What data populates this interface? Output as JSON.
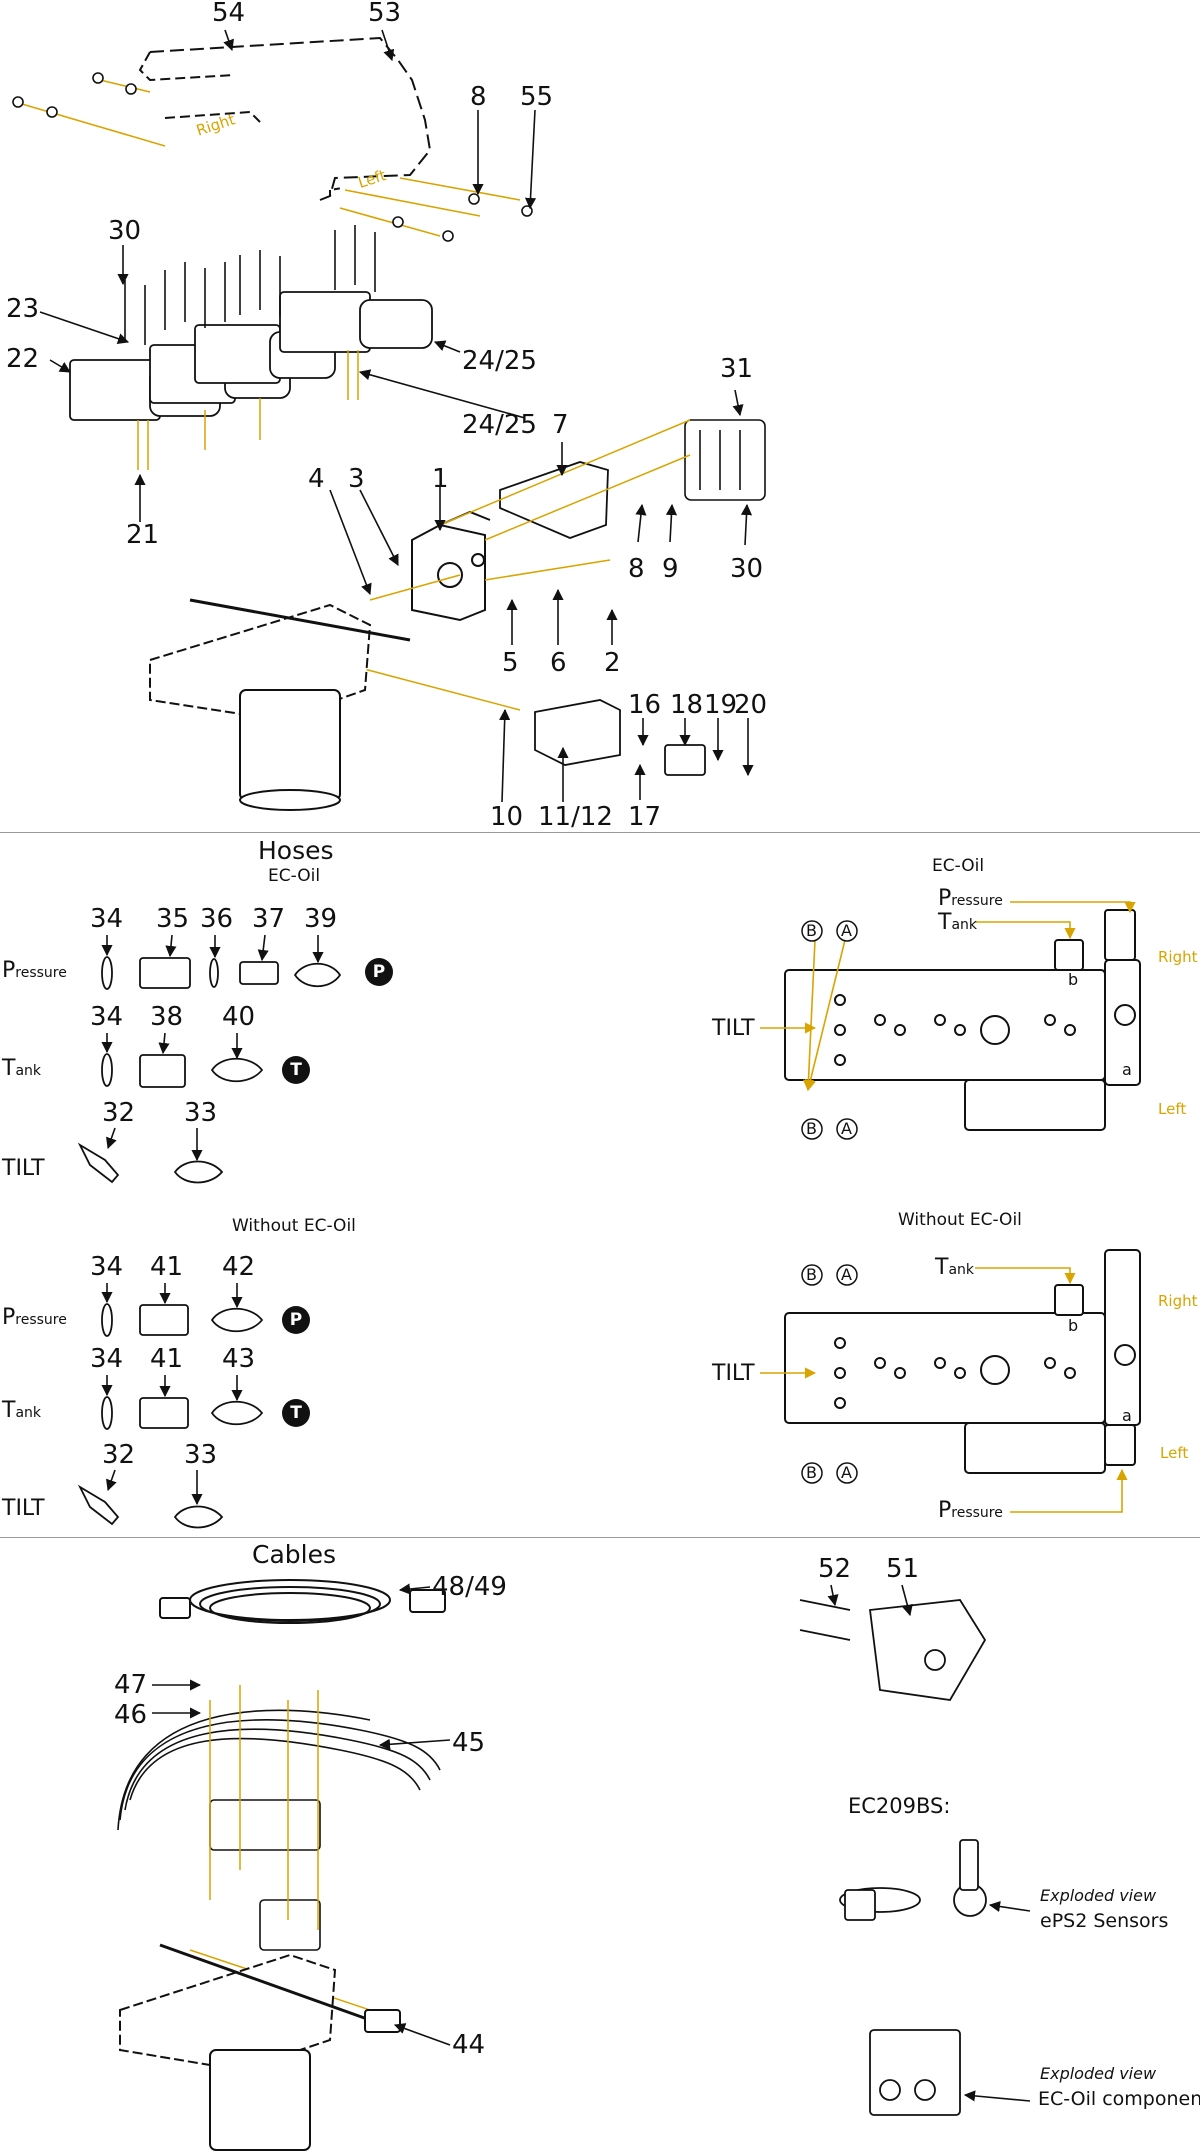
{
  "sections": {
    "hoses": {
      "title": "Hoses",
      "ec_oil": "EC-Oil",
      "without_ec_oil": "Without EC-Oil"
    },
    "cables": {
      "title": "Cables"
    },
    "diagrams": {
      "ec_oil": "EC-Oil",
      "without_ec_oil": "Without EC-Oil"
    }
  },
  "row_labels": {
    "pressure_big": "P",
    "pressure_small": "ressure",
    "tank_big": "T",
    "tank_small": "ank",
    "tilt": "TILT"
  },
  "badges": {
    "p": "P",
    "t": "T"
  },
  "port_labels": {
    "a": "A",
    "b": "B",
    "a_small": "a",
    "b_small": "b"
  },
  "side_labels": {
    "right": "Right",
    "left": "Left"
  },
  "exploded": {
    "caption_heading": "Exploded view",
    "eps2": "ePS2 Sensors",
    "ecoil": "EC-Oil components",
    "model": "EC209BS:"
  },
  "part_numbers": {
    "p54": "54",
    "p53": "53",
    "p8a": "8",
    "p55": "55",
    "p30a": "30",
    "p23": "23",
    "p22": "22",
    "p2425a": "24/25",
    "p2425b": "24/25",
    "p21": "21",
    "p31": "31",
    "p7": "7",
    "p4": "4",
    "p3": "3",
    "p1": "1",
    "p8b": "8",
    "p9": "9",
    "p30b": "30",
    "p5": "5",
    "p6": "6",
    "p2": "2",
    "p16": "16",
    "p18": "18",
    "p19": "19",
    "p20": "20",
    "p10": "10",
    "p1112": "11/12",
    "p17": "17",
    "h34a": "34",
    "h35": "35",
    "h36": "36",
    "h37": "37",
    "h39": "39",
    "h34b": "34",
    "h38": "38",
    "h40": "40",
    "h32a": "32",
    "h33a": "33",
    "h34c": "34",
    "h41a": "41",
    "h42": "42",
    "h34d": "34",
    "h41b": "41",
    "h43": "43",
    "h32b": "32",
    "h33b": "33",
    "c4849": "48/49",
    "c47": "47",
    "c46": "46",
    "c45": "45",
    "c44": "44",
    "c52": "52",
    "c51": "51"
  }
}
